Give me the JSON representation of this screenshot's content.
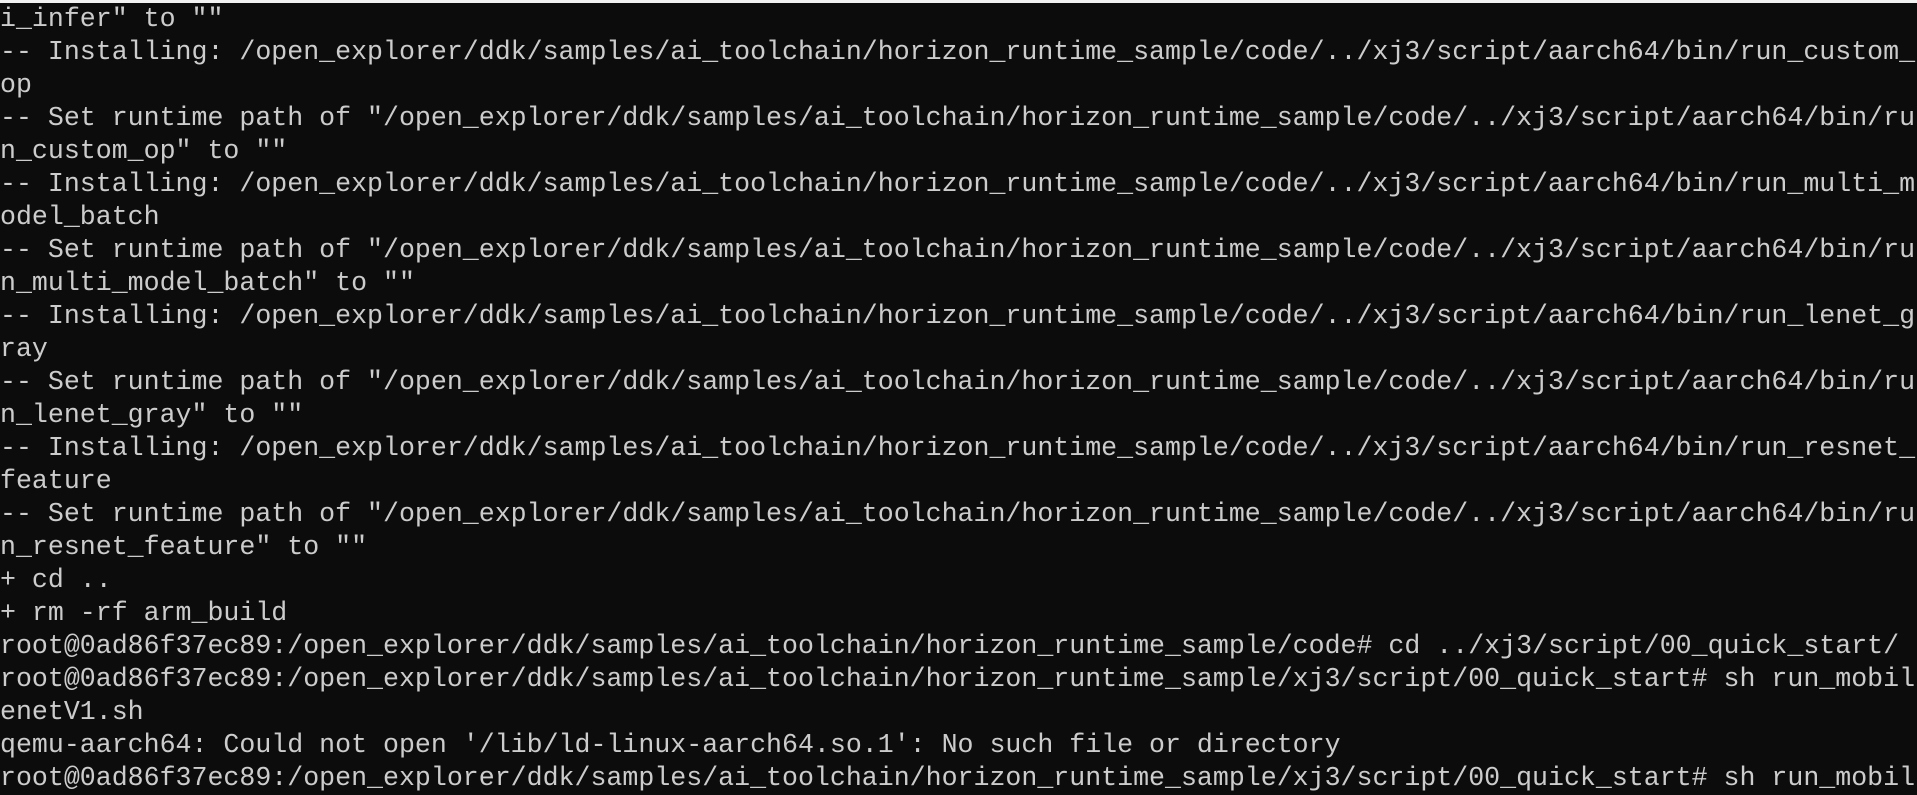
{
  "colors": {
    "background": "#0c0c0c",
    "foreground": "#cccccc",
    "top_edge_bar": "#f2f2f2"
  },
  "terminal": {
    "lines": [
      "i_infer\" to \"\"",
      "-- Installing: /open_explorer/ddk/samples/ai_toolchain/horizon_runtime_sample/code/../xj3/script/aarch64/bin/run_custom_",
      "op",
      "-- Set runtime path of \"/open_explorer/ddk/samples/ai_toolchain/horizon_runtime_sample/code/../xj3/script/aarch64/bin/ru",
      "n_custom_op\" to \"\"",
      "-- Installing: /open_explorer/ddk/samples/ai_toolchain/horizon_runtime_sample/code/../xj3/script/aarch64/bin/run_multi_m",
      "odel_batch",
      "-- Set runtime path of \"/open_explorer/ddk/samples/ai_toolchain/horizon_runtime_sample/code/../xj3/script/aarch64/bin/ru",
      "n_multi_model_batch\" to \"\"",
      "-- Installing: /open_explorer/ddk/samples/ai_toolchain/horizon_runtime_sample/code/../xj3/script/aarch64/bin/run_lenet_g",
      "ray",
      "-- Set runtime path of \"/open_explorer/ddk/samples/ai_toolchain/horizon_runtime_sample/code/../xj3/script/aarch64/bin/ru",
      "n_lenet_gray\" to \"\"",
      "-- Installing: /open_explorer/ddk/samples/ai_toolchain/horizon_runtime_sample/code/../xj3/script/aarch64/bin/run_resnet_",
      "feature",
      "-- Set runtime path of \"/open_explorer/ddk/samples/ai_toolchain/horizon_runtime_sample/code/../xj3/script/aarch64/bin/ru",
      "n_resnet_feature\" to \"\"",
      "+ cd ..",
      "+ rm -rf arm_build",
      "root@0ad86f37ec89:/open_explorer/ddk/samples/ai_toolchain/horizon_runtime_sample/code# cd ../xj3/script/00_quick_start/",
      "root@0ad86f37ec89:/open_explorer/ddk/samples/ai_toolchain/horizon_runtime_sample/xj3/script/00_quick_start# sh run_mobil",
      "enetV1.sh",
      "qemu-aarch64: Could not open '/lib/ld-linux-aarch64.so.1': No such file or directory",
      "root@0ad86f37ec89:/open_explorer/ddk/samples/ai_toolchain/horizon_runtime_sample/xj3/script/00_quick_start# sh run_mobil"
    ]
  }
}
